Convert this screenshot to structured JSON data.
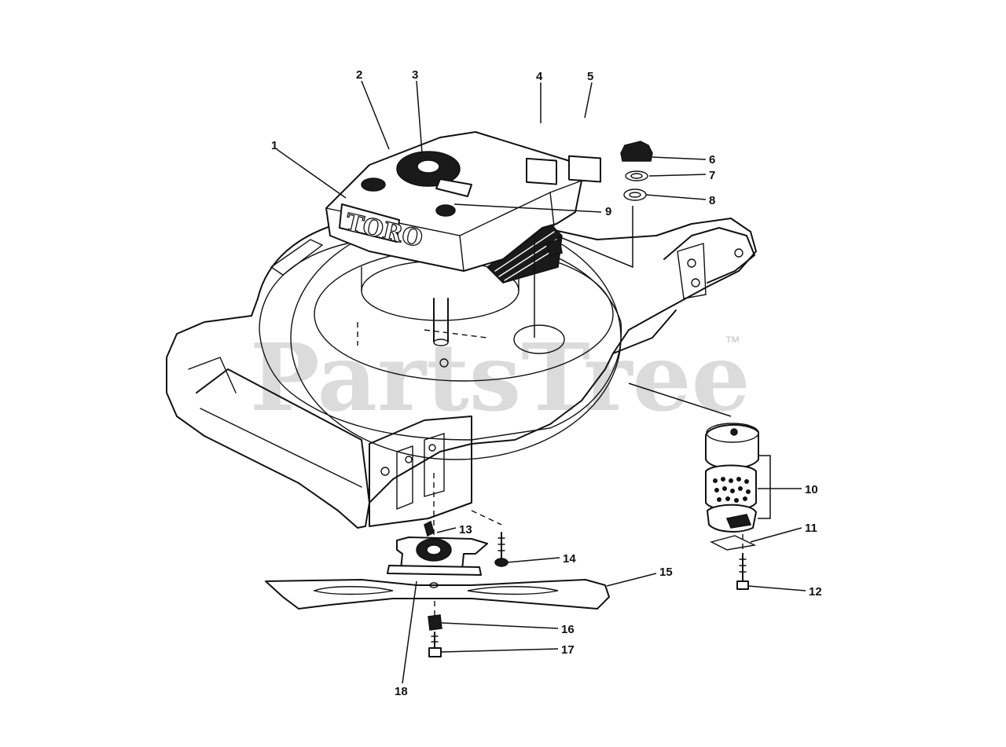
{
  "watermark": {
    "text": "PartsTree",
    "trademark": "™"
  },
  "brand_marking": "TORO",
  "callouts": [
    {
      "id": "callout-1",
      "label": "1"
    },
    {
      "id": "callout-2",
      "label": "2"
    },
    {
      "id": "callout-3",
      "label": "3"
    },
    {
      "id": "callout-4",
      "label": "4"
    },
    {
      "id": "callout-5",
      "label": "5"
    },
    {
      "id": "callout-6",
      "label": "6"
    },
    {
      "id": "callout-7",
      "label": "7"
    },
    {
      "id": "callout-8",
      "label": "8"
    },
    {
      "id": "callout-9",
      "label": "9"
    },
    {
      "id": "callout-10",
      "label": "10"
    },
    {
      "id": "callout-11",
      "label": "11"
    },
    {
      "id": "callout-12",
      "label": "12"
    },
    {
      "id": "callout-13",
      "label": "13"
    },
    {
      "id": "callout-14",
      "label": "14"
    },
    {
      "id": "callout-15",
      "label": "15"
    },
    {
      "id": "callout-16",
      "label": "16"
    },
    {
      "id": "callout-17",
      "label": "17"
    },
    {
      "id": "callout-18",
      "label": "18"
    }
  ]
}
